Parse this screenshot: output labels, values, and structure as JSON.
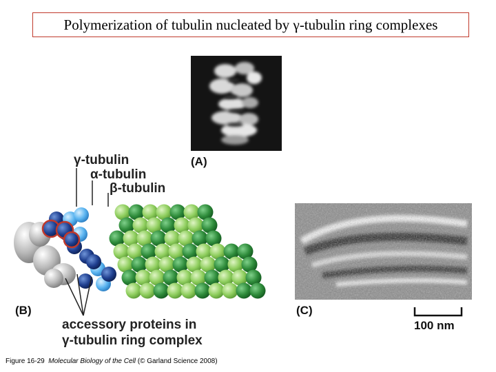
{
  "slide": {
    "title": "Polymerization of tubulin nucleated by γ-tubulin ring complexes"
  },
  "panels": {
    "a_label": "(A)",
    "b_label": "(B)",
    "c_label": "(C)"
  },
  "labels": {
    "gamma_tubulin": "γ-tubulin",
    "alpha_tubulin": "α-tubulin",
    "beta_tubulin": "β-tubulin",
    "accessory_line1": "accessory proteins in",
    "accessory_line2": "γ-tubulin ring complex"
  },
  "scale": {
    "text": "100 nm"
  },
  "caption": {
    "prefix": "Figure 16-29",
    "book": "Molecular Biology of the Cell",
    "suffix": "(© Garland Science 2008)"
  },
  "colors": {
    "title_border": "#c0392b",
    "light_green": "#8fce5e",
    "dark_green": "#2e8b3a",
    "gamma_dark_blue": "#1f3f8f",
    "gamma_light_blue": "#5ab4f0",
    "accessory_gray": "#b9b9b9",
    "highlight_ring": "#c0392b"
  }
}
